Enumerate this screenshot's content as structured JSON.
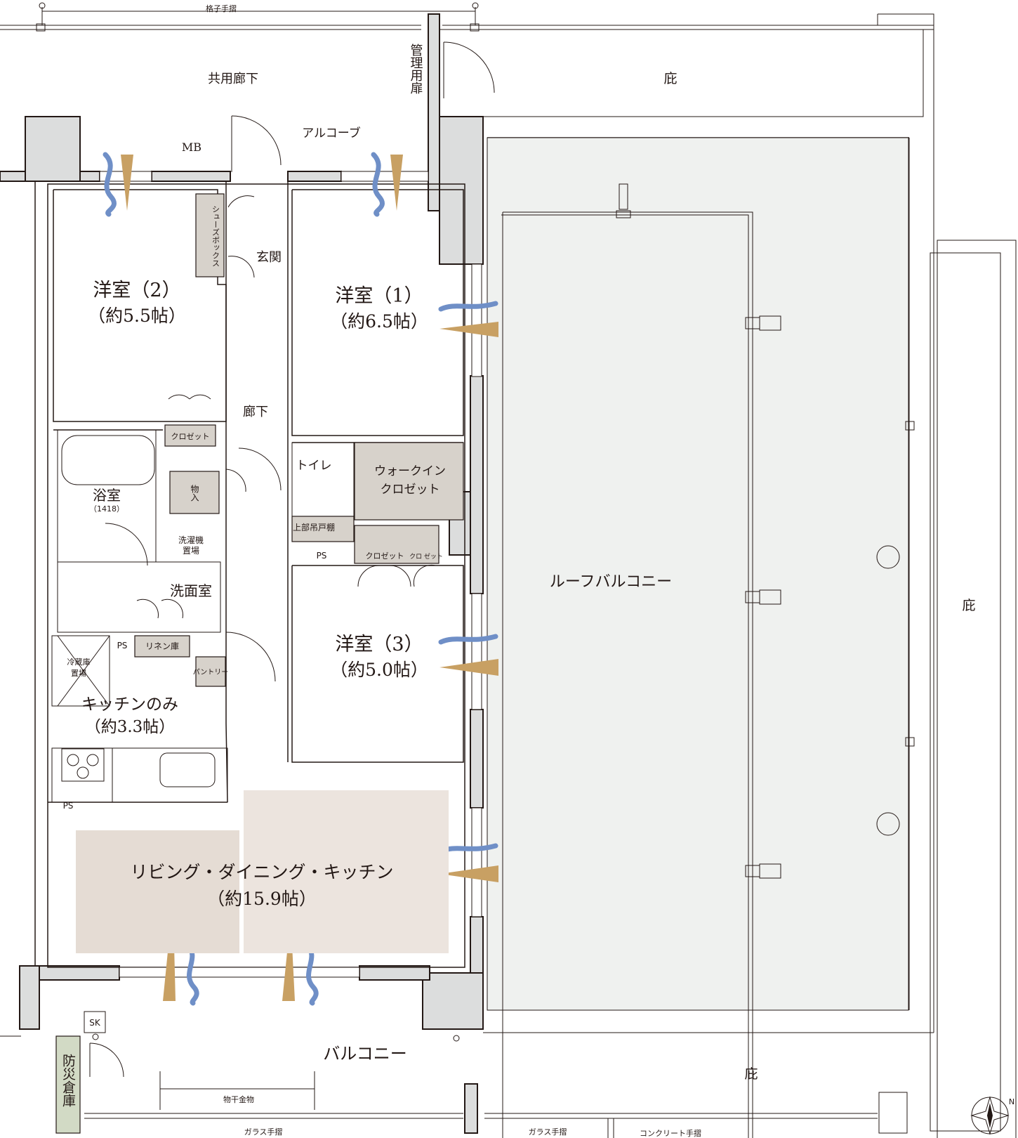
{
  "title": "",
  "rooms": {
    "western2": {
      "name": "洋室（2）",
      "size": "（約5.5帖）"
    },
    "western1": {
      "name": "洋室（1）",
      "size": "（約6.5帖）"
    },
    "western3": {
      "name": "洋室（3）",
      "size": "（約5.0帖）"
    },
    "kitchen_only": {
      "name": "キッチンのみ",
      "size": "（約3.3帖）"
    },
    "ldk": {
      "name": "リビング・ダイニング・キッチン",
      "size": "（約15.9帖）"
    },
    "bath": {
      "name": "浴室",
      "size": "（1418）"
    },
    "washroom": "洗面室",
    "toilet": "トイレ",
    "walkin": {
      "line1": "ウォークイン",
      "line2": "クロゼット"
    },
    "entrance": "玄関",
    "hallway": "廊下",
    "roof_balcony": "ルーフバルコニー",
    "balcony": "バルコニー"
  },
  "fixtures": {
    "shoe_box": "シューズボックス",
    "closet": "クロゼット",
    "closet_small": "クロ ゼット",
    "storage": "物入",
    "washer": {
      "line1": "洗濯機",
      "line2": "置場"
    },
    "linen": "リネン庫",
    "pantry": "パントリー",
    "fridge": {
      "line1": "冷蔵庫",
      "line2": "置場"
    },
    "upper_shelf": "上部吊戸棚",
    "ps": "PS",
    "mb": "MB",
    "sk": "SK",
    "disaster_storage": "防災倉庫"
  },
  "exterior": {
    "lattice_rail": "格子手摺",
    "common_corridor": "共用廊下",
    "management_door": "管理用扉",
    "alcove": "アルコーブ",
    "eaves": "庇",
    "drying_hardware": "物干金物",
    "glass_rail": "ガラス手摺",
    "concrete_rail": "コンクリート手摺"
  },
  "north_mark": "N"
}
